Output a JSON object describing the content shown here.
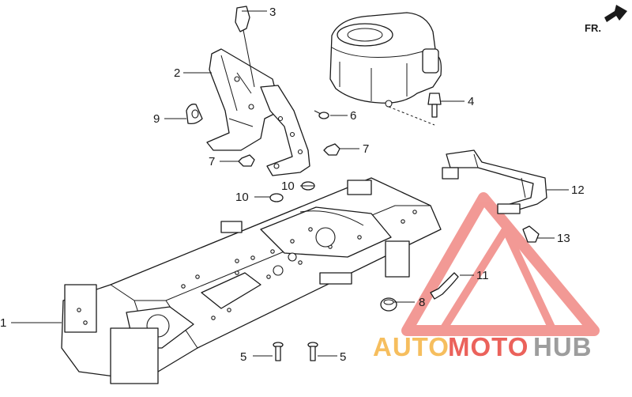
{
  "direction_label": "FR.",
  "callouts": [
    {
      "id": "callout-1",
      "label": "1"
    },
    {
      "id": "callout-2",
      "label": "2"
    },
    {
      "id": "callout-3",
      "label": "3"
    },
    {
      "id": "callout-4",
      "label": "4"
    },
    {
      "id": "callout-5a",
      "label": "5"
    },
    {
      "id": "callout-5b",
      "label": "5"
    },
    {
      "id": "callout-6",
      "label": "6"
    },
    {
      "id": "callout-7a",
      "label": "7"
    },
    {
      "id": "callout-7b",
      "label": "7"
    },
    {
      "id": "callout-8",
      "label": "8"
    },
    {
      "id": "callout-9",
      "label": "9"
    },
    {
      "id": "callout-10a",
      "label": "10"
    },
    {
      "id": "callout-10b",
      "label": "10"
    },
    {
      "id": "callout-11",
      "label": "11"
    },
    {
      "id": "callout-12",
      "label": "12"
    },
    {
      "id": "callout-13",
      "label": "13"
    }
  ],
  "watermark": {
    "part1": "AUTO",
    "part2": "MOTO",
    "part3": "HUB",
    "color_orange": "#f5b342",
    "color_red": "#e8473f",
    "color_gray": "#8c8c8c"
  }
}
